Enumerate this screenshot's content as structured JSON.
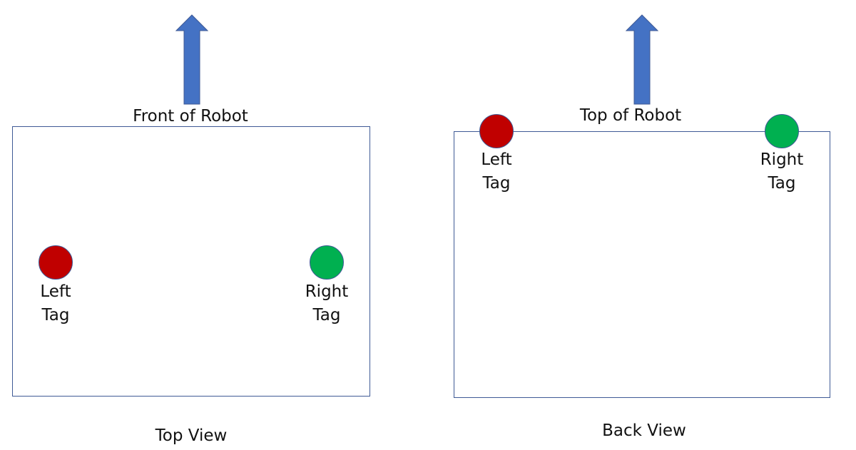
{
  "views": [
    {
      "id": "top-view",
      "arrow_label": "Front of Robot",
      "caption": "Top View",
      "tags": [
        {
          "line1": "Left",
          "line2": "Tag",
          "color": "#c00000"
        },
        {
          "line1": "Right",
          "line2": "Tag",
          "color": "#00b050"
        }
      ]
    },
    {
      "id": "back-view",
      "arrow_label": "Top of Robot",
      "caption": "Back View",
      "tags": [
        {
          "line1": "Left",
          "line2": "Tag",
          "color": "#c00000"
        },
        {
          "line1": "Right",
          "line2": "Tag",
          "color": "#00b050"
        }
      ]
    }
  ],
  "colors": {
    "arrow": "#4472c4",
    "outline": "#3f5a95"
  }
}
